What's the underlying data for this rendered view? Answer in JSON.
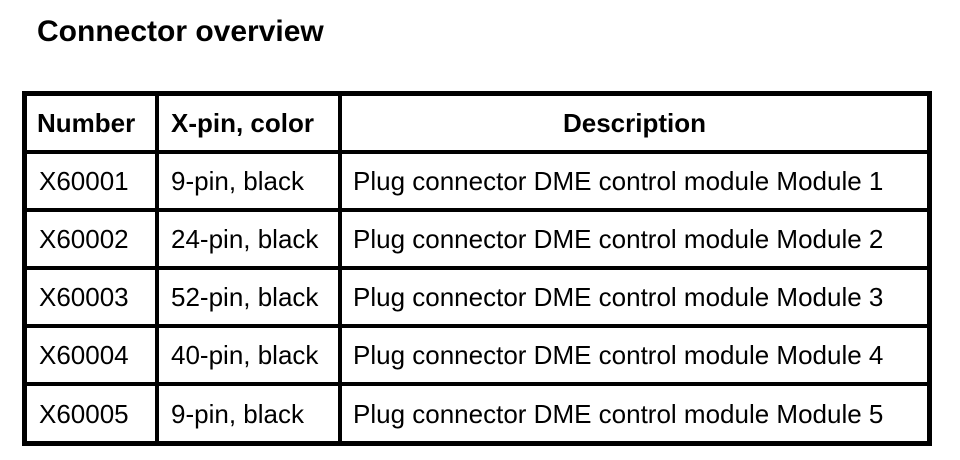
{
  "page": {
    "title": "Connector overview"
  },
  "table": {
    "headers": {
      "number": "Number",
      "pin_color": "X-pin, color",
      "description": "Description"
    },
    "rows": [
      {
        "number": "X60001",
        "pin_color": "9-pin, black",
        "description": "Plug connector DME control module Module 1"
      },
      {
        "number": "X60002",
        "pin_color": "24-pin, black",
        "description": "Plug connector DME control module Module 2"
      },
      {
        "number": "X60003",
        "pin_color": "52-pin, black",
        "description": "Plug connector DME control module Module 3"
      },
      {
        "number": "X60004",
        "pin_color": "40-pin, black",
        "description": "Plug connector DME control module Module 4"
      },
      {
        "number": "X60005",
        "pin_color": "9-pin, black",
        "description": "Plug connector DME control module Module 5"
      }
    ]
  }
}
